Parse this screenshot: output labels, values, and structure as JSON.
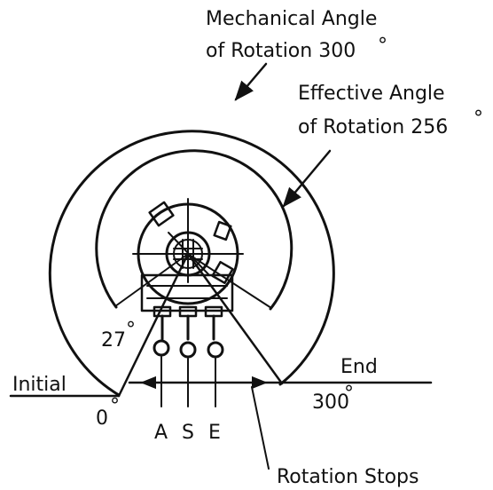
{
  "labels": {
    "mech_line1": "Mechanical Angle",
    "mech_line2": "of Rotation 300",
    "eff_line1": "Effective Angle",
    "eff_line2": "of Rotation 256",
    "deg_27": "27",
    "deg_0": "0",
    "deg_300": "300",
    "initial": "Initial",
    "end": "End",
    "rotation_stops": "Rotation Stops",
    "terminal_a": "A",
    "terminal_s": "S",
    "terminal_e": "E"
  },
  "degree_symbol": "°",
  "angles": {
    "mechanical_deg": 300,
    "effective_deg": 256,
    "offset_deg": 27
  }
}
